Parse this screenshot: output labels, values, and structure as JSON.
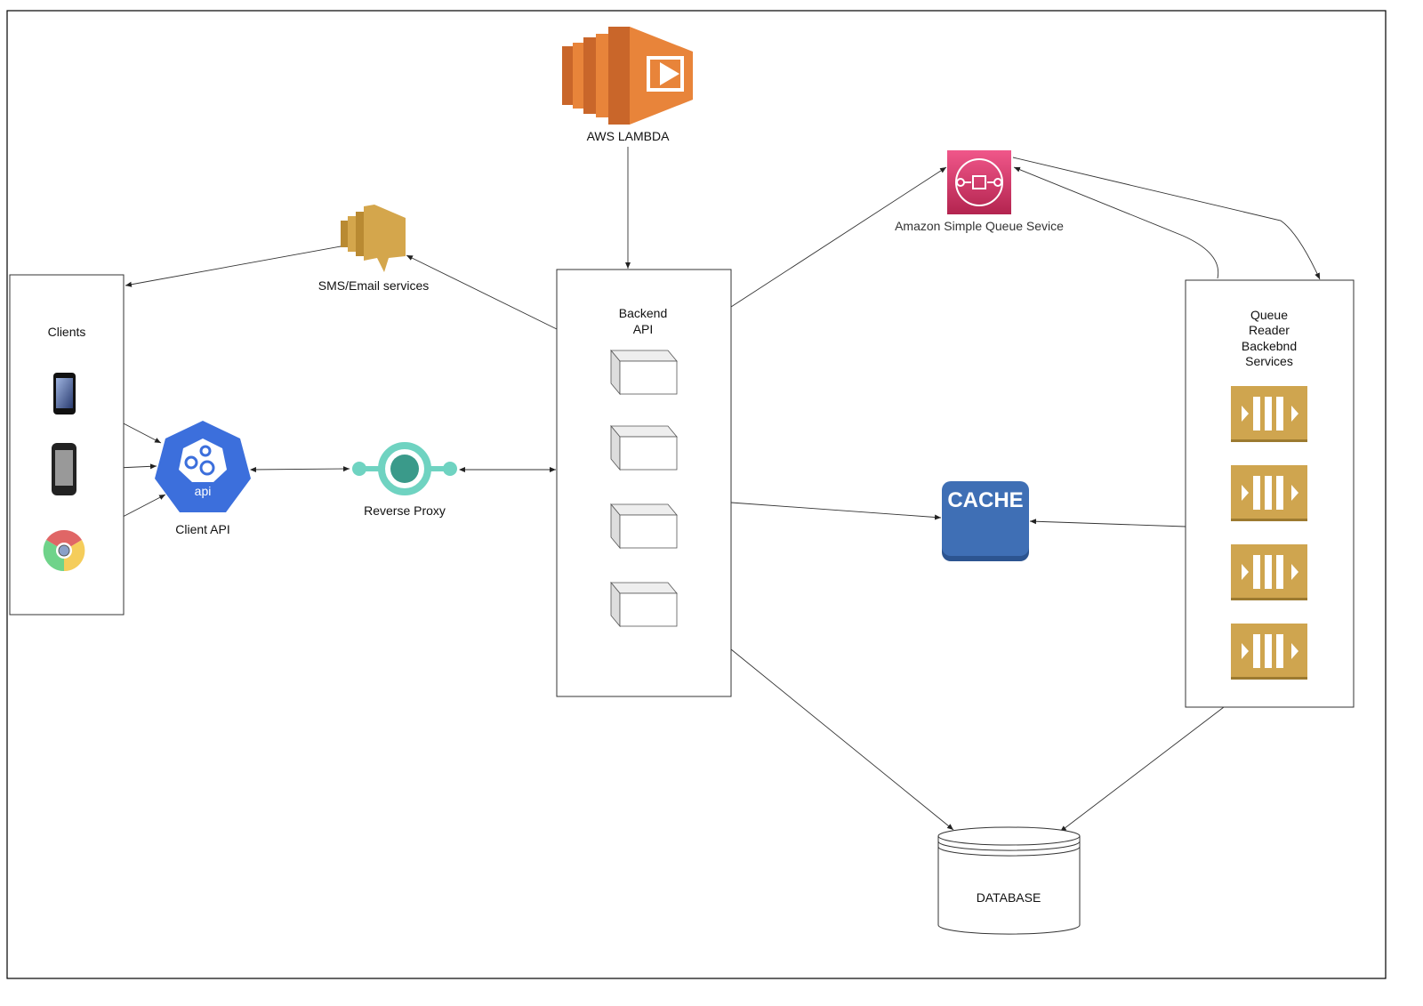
{
  "nodes": {
    "clients": {
      "label": "Clients"
    },
    "client_api": {
      "label": "Client API",
      "icon_text": "api"
    },
    "reverse_proxy": {
      "label": "Reverse Proxy"
    },
    "sms_email": {
      "label": "SMS/Email services"
    },
    "lambda": {
      "label": "AWS LAMBDA"
    },
    "backend": {
      "label_line1": "Backend",
      "label_line2": "API"
    },
    "sqs": {
      "label": "Amazon Simple Queue Sevice"
    },
    "queue_reader": {
      "label_lines": [
        "Queue",
        "Reader",
        "Backebnd",
        "Services"
      ]
    },
    "cache": {
      "label": "CACHE"
    },
    "database": {
      "label": "DATABASE"
    }
  },
  "colors": {
    "lambda": "#e8843a",
    "sms": "#d4a64c",
    "client_api": "#3c6fdc",
    "proxy": "#6fd3c1",
    "sqs": "#d6336c",
    "queue_worker": "#cfa54f",
    "cache": "#3f6fb5"
  }
}
